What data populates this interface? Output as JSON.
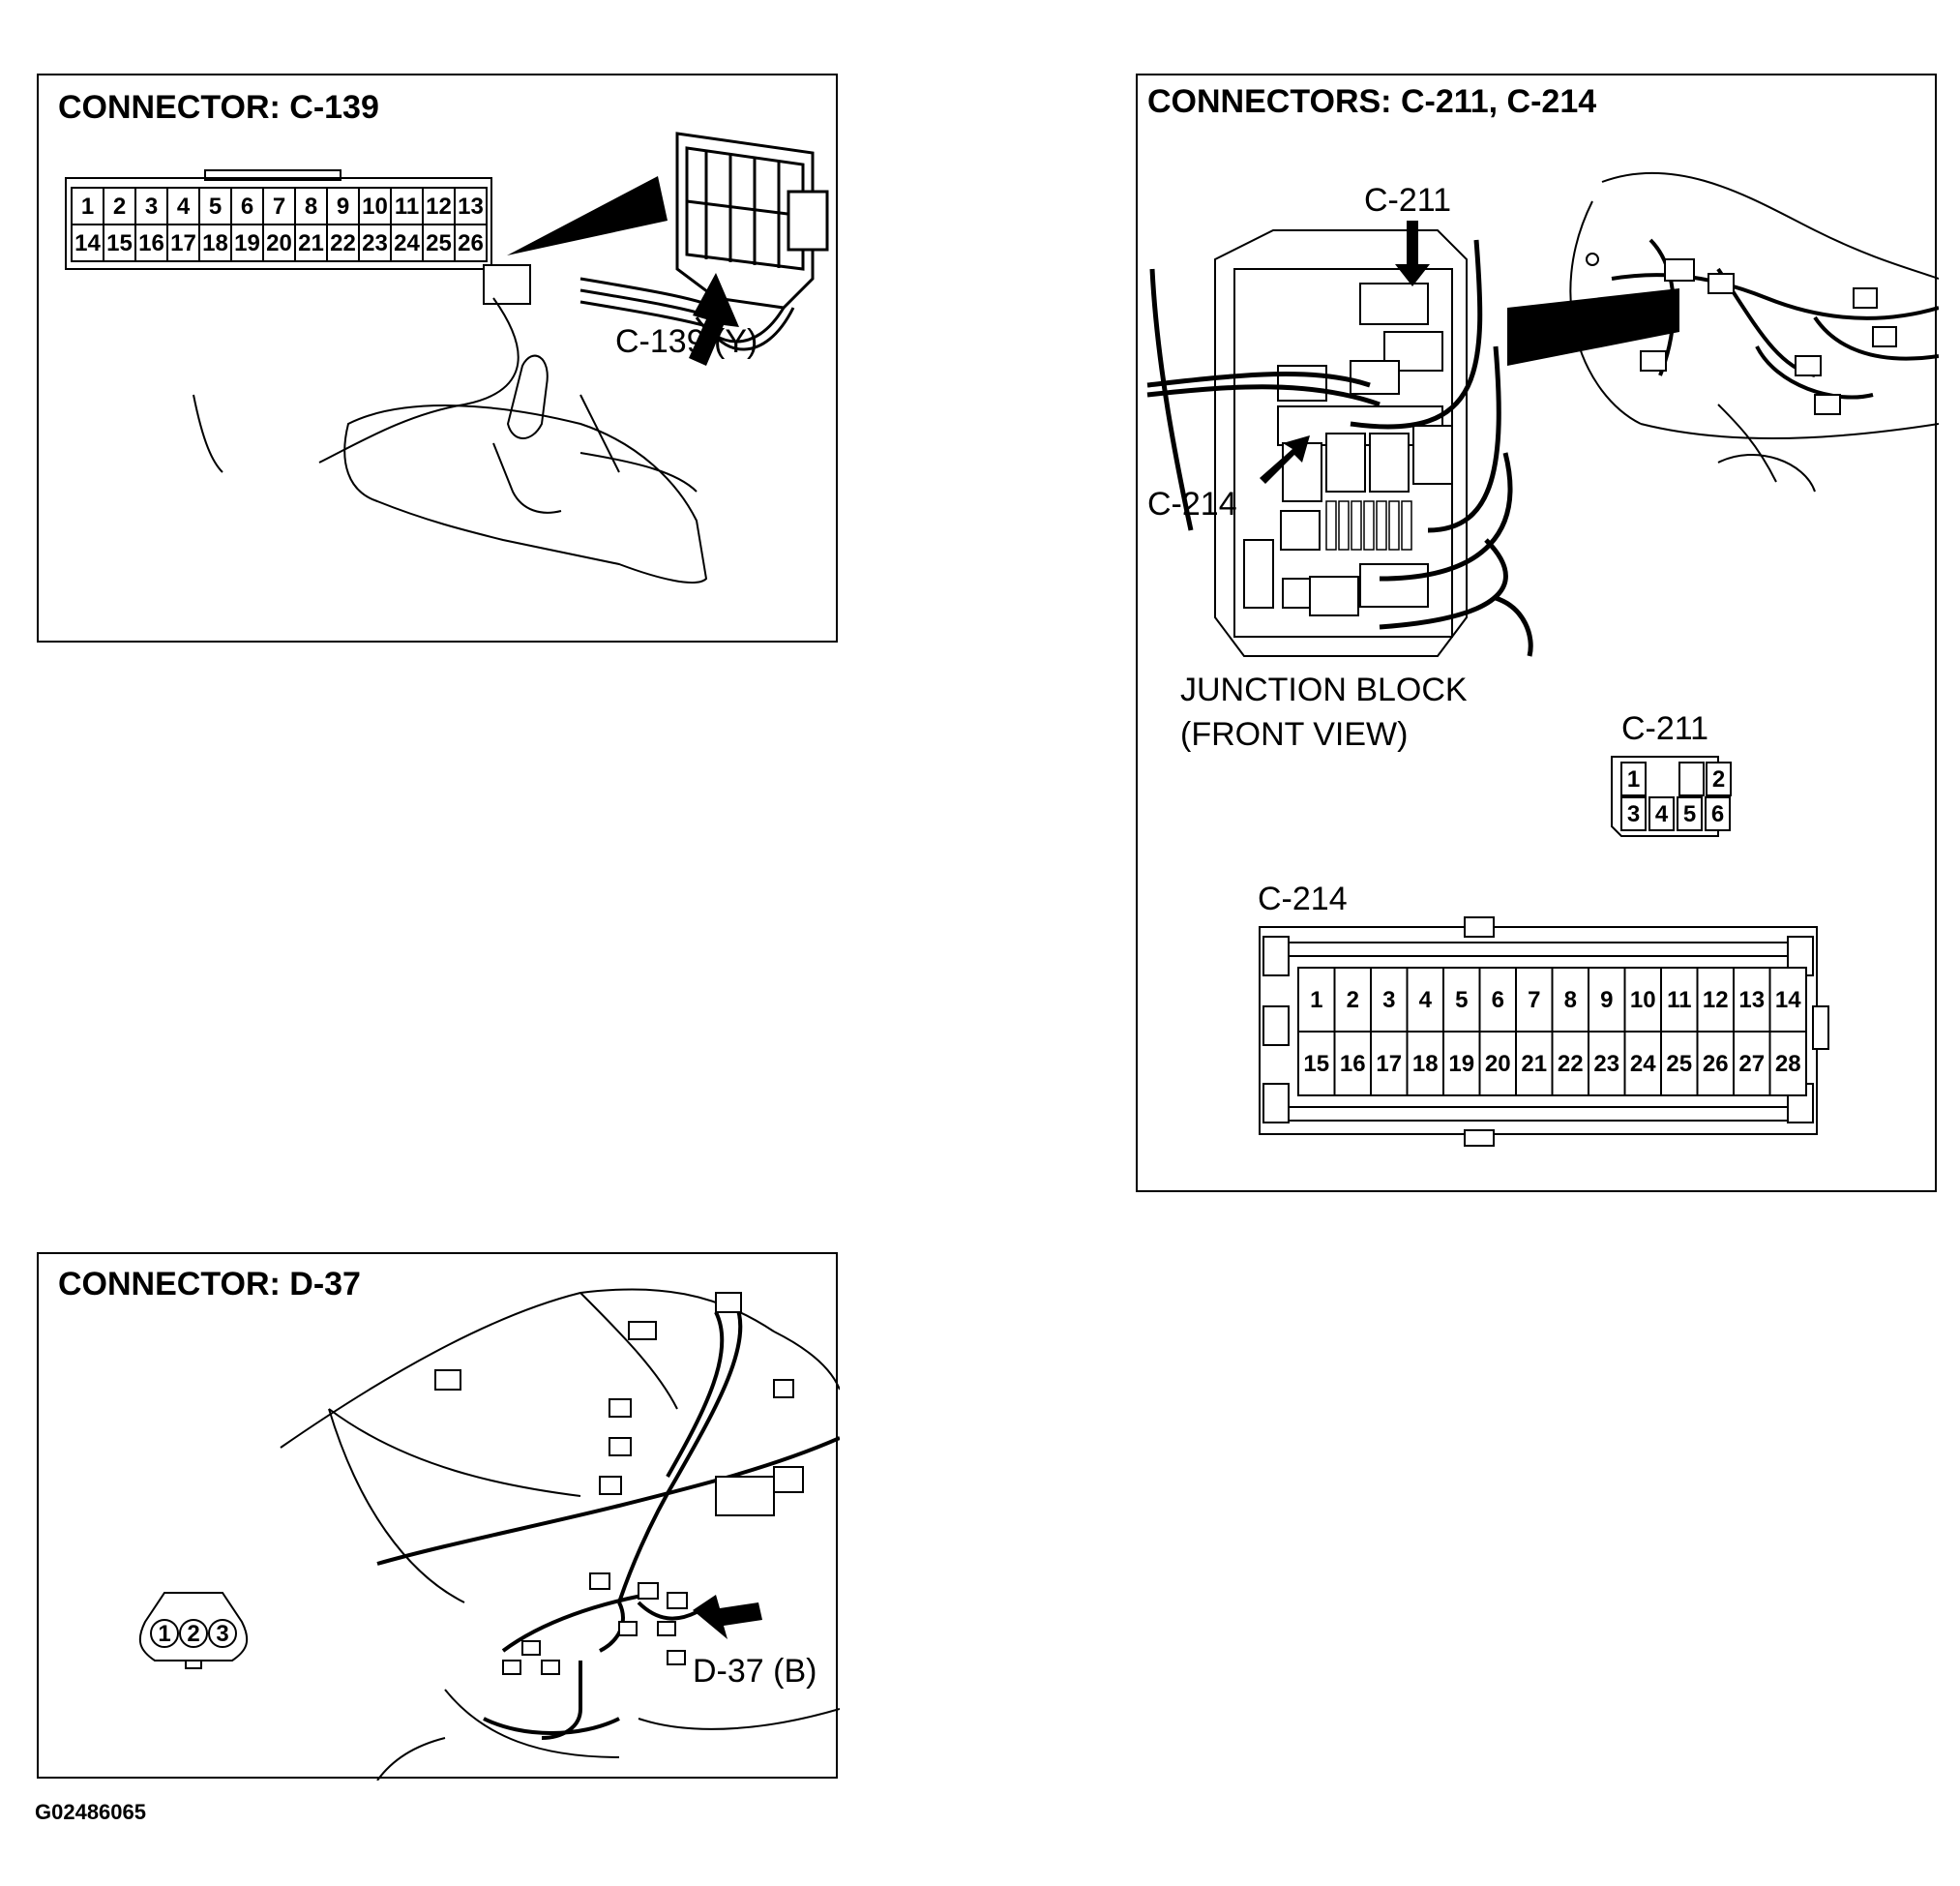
{
  "panels": {
    "c139": {
      "title": "CONNECTOR: C-139",
      "callout": "C-139 (Y)",
      "pins_top": [
        "1",
        "2",
        "3",
        "4",
        "5",
        "6",
        "7",
        "8",
        "9",
        "10",
        "11",
        "12",
        "13"
      ],
      "pins_bottom": [
        "14",
        "15",
        "16",
        "17",
        "18",
        "19",
        "20",
        "21",
        "22",
        "23",
        "24",
        "25",
        "26"
      ]
    },
    "c211_214": {
      "title": "CONNECTORS: C-211, C-214",
      "callout_c211": "C-211",
      "callout_c214": "C-214",
      "junction_line1": "JUNCTION BLOCK",
      "junction_line2": "(FRONT VIEW)",
      "c211_label": "C-211",
      "c211_pins_top": [
        "1",
        "2"
      ],
      "c211_pins_bottom": [
        "3",
        "4",
        "5",
        "6"
      ],
      "c214_label": "C-214",
      "c214_pins_top": [
        "1",
        "2",
        "3",
        "4",
        "5",
        "6",
        "7",
        "8",
        "9",
        "10",
        "11",
        "12",
        "13",
        "14"
      ],
      "c214_pins_bottom": [
        "15",
        "16",
        "17",
        "18",
        "19",
        "20",
        "21",
        "22",
        "23",
        "24",
        "25",
        "26",
        "27",
        "28"
      ]
    },
    "d37": {
      "title": "CONNECTOR: D-37",
      "callout": "D-37 (B)",
      "pins": [
        "1",
        "2",
        "3"
      ]
    }
  },
  "figure_code": "G02486065"
}
